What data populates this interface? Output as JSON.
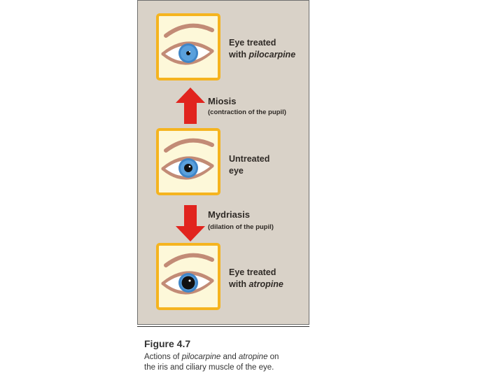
{
  "panels": [
    {
      "line1": "Eye treated",
      "line2_prefix": "with ",
      "line2_italic": "pilocarpine",
      "pupil": "small"
    },
    {
      "line1": "Untreated",
      "line2_prefix": "eye",
      "line2_italic": "",
      "pupil": "normal"
    },
    {
      "line1": "Eye treated",
      "line2_prefix": "with ",
      "line2_italic": "atropine",
      "pupil": "large"
    }
  ],
  "arrows": {
    "miosis": {
      "title": "Miosis",
      "subtitle": "(contraction of the pupil)",
      "direction": "up"
    },
    "mydriasis": {
      "title": "Mydriasis",
      "subtitle": "(dilation of the pupil)",
      "direction": "down"
    }
  },
  "caption": {
    "title": "Figure 4.7",
    "p1": "Actions of ",
    "p2": "pilocarpine",
    "p3": " and ",
    "p4": "atropine",
    "p5": " on",
    "p6": "the iris and ciliary muscle of the eye."
  },
  "colors": {
    "panel_bg": "#d9d2c8",
    "box_border": "#f5b41f",
    "box_bg": "#fdf8d9",
    "arrow": "#e1241e",
    "iris": "#3f86c8",
    "brow": "#c28b76"
  }
}
